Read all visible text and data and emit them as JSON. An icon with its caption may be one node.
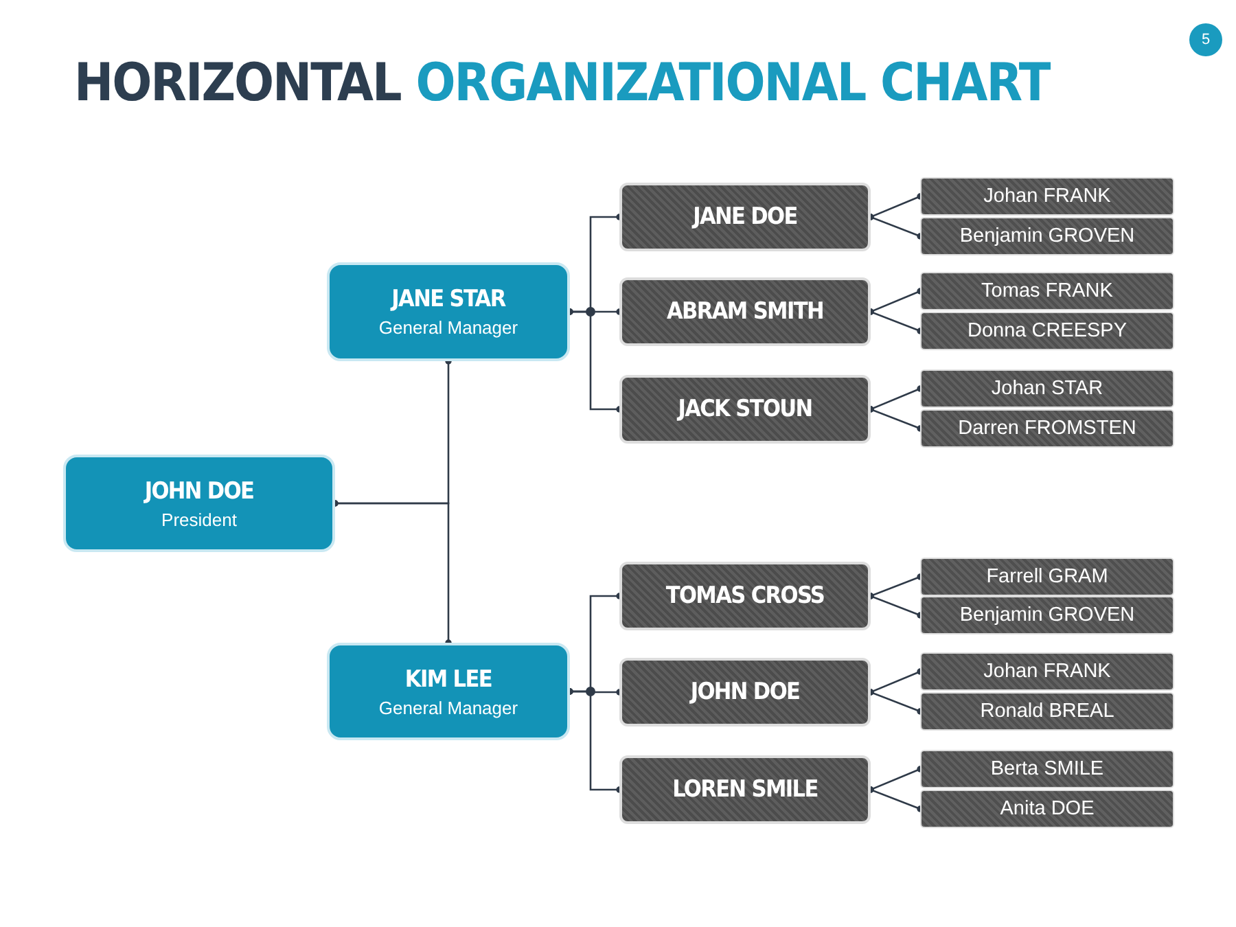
{
  "diagram": {
    "title": "HORIZONTAL **ORGANIZATIONAL CHART**",
    "nodes": [
      {
        "text": [
          "JOHN DOE",
          "President"
        ]
      },
      {
        "text": [
          "JANE STAR",
          "General Manager"
        ]
      },
      {
        "text": [
          "JANE DOE"
        ]
      },
      {
        "text": [
          "Johan FRANK"
        ]
      },
      {
        "text": [
          "Benjamin GROVEN"
        ]
      },
      {
        "text": [
          "ABRAM SMITH"
        ]
      },
      {
        "text": [
          "Tomas FRANK"
        ]
      },
      {
        "text": [
          "Donna CREESPY"
        ]
      },
      {
        "text": [
          "JACK STOUN"
        ]
      },
      {
        "text": [
          "Johan STAR"
        ]
      },
      {
        "text": [
          "Darren FROMSTEN"
        ]
      },
      {
        "text": [
          "KIM LEE",
          "General Manager"
        ]
      },
      {
        "text": [
          "TOMAS CROSS"
        ]
      },
      {
        "text": [
          "Farrell GRAM"
        ]
      },
      {
        "text": [
          "Benjamin GROVEN"
        ]
      },
      {
        "text": [
          "JOHN DOE"
        ]
      },
      {
        "text": [
          "Johan FRANK"
        ]
      },
      {
        "text": [
          "Ronald BREAL"
        ]
      },
      {
        "text": [
          "LOREN SMILE"
        ]
      },
      {
        "text": [
          "Berta SMILE"
        ]
      },
      {
        "text": [
          "Anita DOE"
        ]
      }
    ],
    "edges": [
      {
        "from": 0,
        "to": 1,
        "arrow": "other"
      },
      {
        "from": 0,
        "to": 11,
        "arrow": "other"
      },
      {
        "from": 1,
        "to": 2,
        "arrow": "other"
      },
      {
        "from": 1,
        "to": 5,
        "arrow": "other"
      },
      {
        "from": 1,
        "to": 8,
        "arrow": "other"
      },
      {
        "from": 2,
        "to": 3,
        "arrow": "other"
      },
      {
        "from": 2,
        "to": 4,
        "arrow": "other"
      },
      {
        "from": 5,
        "to": 6,
        "arrow": "other"
      },
      {
        "from": 5,
        "to": 7,
        "arrow": "other"
      },
      {
        "from": 8,
        "to": 9,
        "arrow": "other"
      },
      {
        "from": 8,
        "to": 10,
        "arrow": "other"
      },
      {
        "from": 11,
        "to": 12,
        "arrow": "other"
      },
      {
        "from": 11,
        "to": 15,
        "arrow": "other"
      },
      {
        "from": 11,
        "to": 18,
        "arrow": "other"
      },
      {
        "from": 12,
        "to": 13,
        "arrow": "other"
      },
      {
        "from": 12,
        "to": 14,
        "arrow": "other"
      },
      {
        "from": 15,
        "to": 16,
        "arrow": "other"
      },
      {
        "from": 15,
        "to": 17,
        "arrow": "other"
      },
      {
        "from": 18,
        "to": 19,
        "arrow": "other"
      },
      {
        "from": 18,
        "to": 20,
        "arrow": "other"
      }
    ],
    "labels": [
      "5"
    ]
  }
}
